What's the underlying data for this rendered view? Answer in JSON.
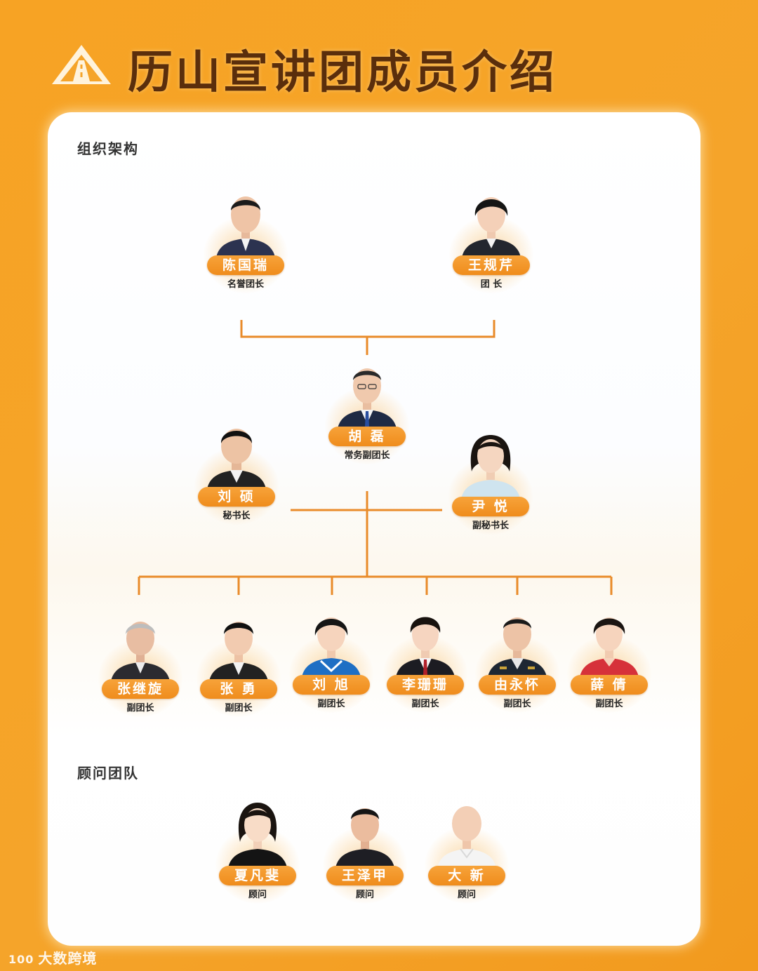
{
  "header": {
    "title": "历山宣讲团成员介绍"
  },
  "sections": {
    "org": "组织架构",
    "advisors": "顾问团队"
  },
  "org": {
    "top": [
      {
        "name": "陈国瑞",
        "role": "名誉团长",
        "attire": "suit"
      },
      {
        "name": "王规芹",
        "role": "团 长",
        "attire": "suit-f"
      }
    ],
    "executive": {
      "name": "胡 磊",
      "role": "常务副团长",
      "attire": "suit-tie"
    },
    "secretary": {
      "name": "刘 硕",
      "role": "秘书长",
      "attire": "suit"
    },
    "deputy_secretary": {
      "name": "尹 悦",
      "role": "副秘书长",
      "attire": "light-f"
    },
    "vice_heads": [
      {
        "name": "张继旋",
        "role": "副团长",
        "attire": "suit-old"
      },
      {
        "name": "张 勇",
        "role": "副团长",
        "attire": "suit"
      },
      {
        "name": "刘 旭",
        "role": "副团长",
        "attire": "sport"
      },
      {
        "name": "李珊珊",
        "role": "副团长",
        "attire": "suit-tie-f"
      },
      {
        "name": "由永怀",
        "role": "副团长",
        "attire": "uniform"
      },
      {
        "name": "薛 倩",
        "role": "副团长",
        "attire": "red"
      }
    ]
  },
  "advisors": [
    {
      "name": "夏凡斐",
      "role": "顾问",
      "attire": "black-f"
    },
    {
      "name": "王泽甲",
      "role": "顾问",
      "attire": "dark"
    },
    {
      "name": "大 新",
      "role": "顾问",
      "attire": "white-bald"
    }
  ],
  "watermark": {
    "text": "大数跨境",
    "icon_text": "100"
  },
  "colors": {
    "accent": "#f39a1f",
    "line": "#e98b2a",
    "title": "#5a2e0c"
  }
}
